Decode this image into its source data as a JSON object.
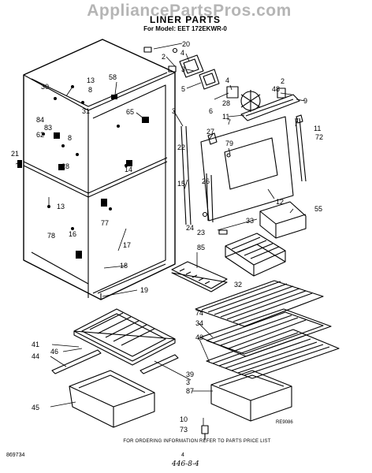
{
  "header": {
    "watermark": "AppliancePartsPros.com",
    "title": "LINER PARTS",
    "subtitle": "For Model: EET 172EKWR-0"
  },
  "callouts": [
    {
      "id": "c20",
      "text": "20"
    },
    {
      "id": "c2a",
      "text": "2"
    },
    {
      "id": "c4a",
      "text": "4"
    },
    {
      "id": "c3a",
      "text": "3"
    },
    {
      "id": "c5",
      "text": "5"
    },
    {
      "id": "c6",
      "text": "6"
    },
    {
      "id": "c4b",
      "text": "4"
    },
    {
      "id": "c28a",
      "text": "28"
    },
    {
      "id": "c2b",
      "text": "2"
    },
    {
      "id": "c48",
      "text": "48"
    },
    {
      "id": "c9",
      "text": "9"
    },
    {
      "id": "c7",
      "text": "7"
    },
    {
      "id": "c11a",
      "text": "11"
    },
    {
      "id": "c11b",
      "text": "11"
    },
    {
      "id": "c72",
      "text": "72"
    },
    {
      "id": "c3b",
      "text": "3"
    },
    {
      "id": "c65",
      "text": "65"
    },
    {
      "id": "c27",
      "text": "27"
    },
    {
      "id": "c79",
      "text": "79"
    },
    {
      "id": "c22",
      "text": "22"
    },
    {
      "id": "c15",
      "text": "15"
    },
    {
      "id": "c26",
      "text": "26"
    },
    {
      "id": "c12",
      "text": "12"
    },
    {
      "id": "c24",
      "text": "24"
    },
    {
      "id": "c23",
      "text": "23"
    },
    {
      "id": "c33",
      "text": "33"
    },
    {
      "id": "c55",
      "text": "55"
    },
    {
      "id": "c85",
      "text": "85"
    },
    {
      "id": "c32",
      "text": "32"
    },
    {
      "id": "c30",
      "text": "30"
    },
    {
      "id": "c13a",
      "text": "13"
    },
    {
      "id": "c58",
      "text": "58"
    },
    {
      "id": "c8a",
      "text": "8"
    },
    {
      "id": "c31",
      "text": "31"
    },
    {
      "id": "c84",
      "text": "84"
    },
    {
      "id": "c83",
      "text": "83"
    },
    {
      "id": "c62",
      "text": "62"
    },
    {
      "id": "c8b",
      "text": "8"
    },
    {
      "id": "c21",
      "text": "21"
    },
    {
      "id": "c28b",
      "text": "28"
    },
    {
      "id": "c14",
      "text": "14"
    },
    {
      "id": "c13b",
      "text": "13"
    },
    {
      "id": "c78",
      "text": "78"
    },
    {
      "id": "c16",
      "text": "16"
    },
    {
      "id": "c77",
      "text": "77"
    },
    {
      "id": "c17",
      "text": "17"
    },
    {
      "id": "c18",
      "text": "18"
    },
    {
      "id": "c19",
      "text": "19"
    },
    {
      "id": "c74",
      "text": "74"
    },
    {
      "id": "c34",
      "text": "34"
    },
    {
      "id": "c40",
      "text": "40"
    },
    {
      "id": "c41",
      "text": "41"
    },
    {
      "id": "c46",
      "text": "46"
    },
    {
      "id": "c44",
      "text": "44"
    },
    {
      "id": "c39",
      "text": "39"
    },
    {
      "id": "c3c",
      "text": "3"
    },
    {
      "id": "c87",
      "text": "87"
    },
    {
      "id": "c45",
      "text": "45"
    },
    {
      "id": "c10",
      "text": "10"
    },
    {
      "id": "c73",
      "text": "73"
    }
  ],
  "footer": {
    "note": "FOR ORDERING INFORMATION REFER TO PARTS PRICE LIST",
    "doc_number": "869734",
    "page_number": "4",
    "handwritten": "446-8-4",
    "figure_code": "RE9086"
  }
}
